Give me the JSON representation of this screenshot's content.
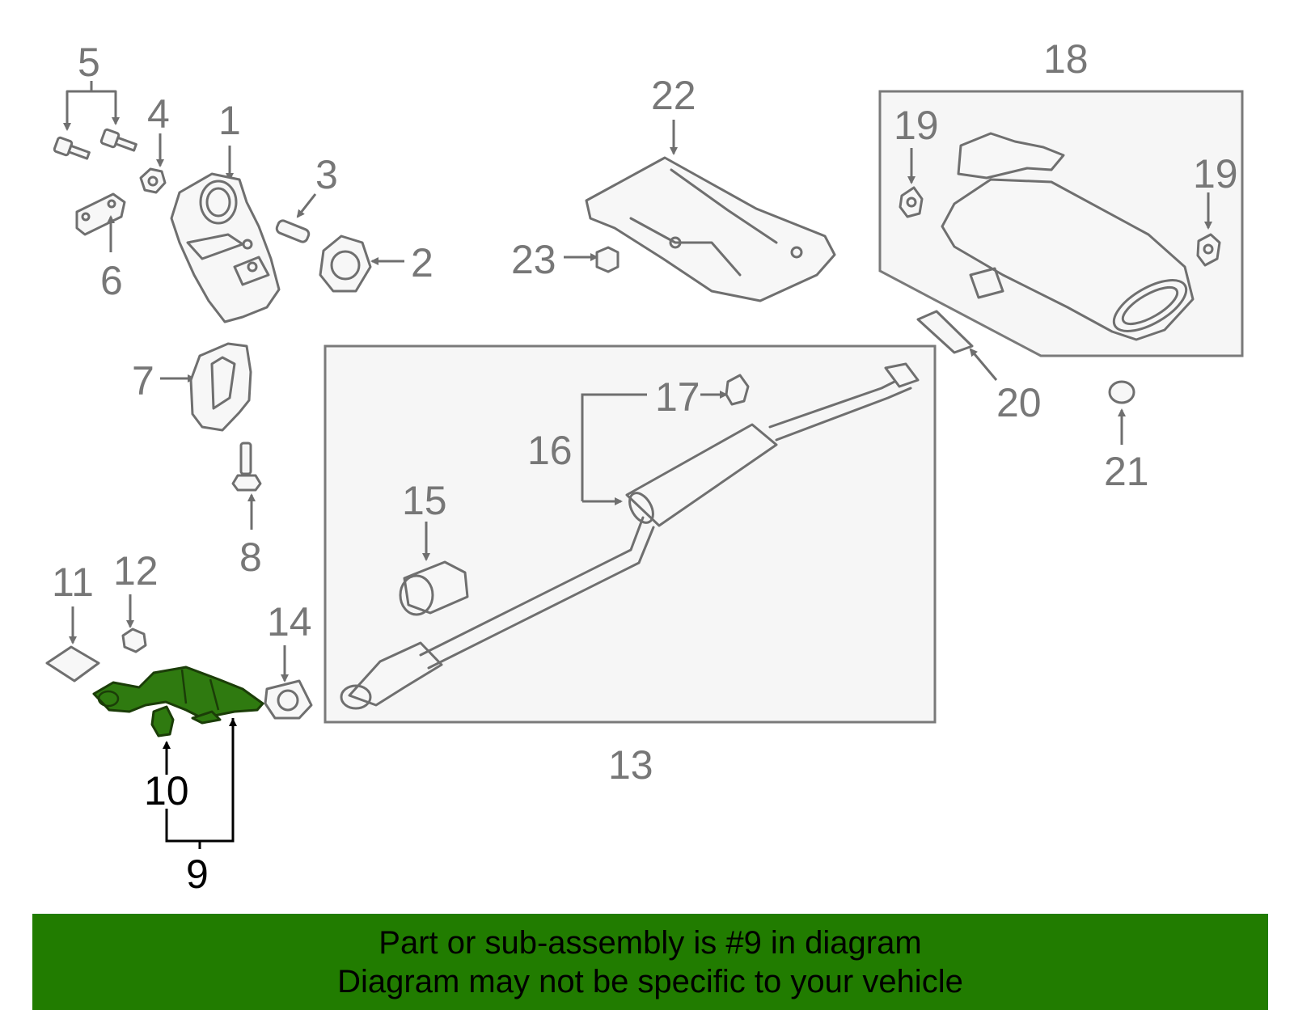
{
  "callouts": {
    "c1": "1",
    "c2": "2",
    "c3": "3",
    "c4": "4",
    "c5": "5",
    "c6": "6",
    "c7": "7",
    "c8": "8",
    "c9": "9",
    "c10": "10",
    "c11": "11",
    "c12": "12",
    "c13": "13",
    "c14": "14",
    "c15": "15",
    "c16": "16",
    "c17": "17",
    "c18": "18",
    "c19a": "19",
    "c19b": "19",
    "c20": "20",
    "c21": "21",
    "c22": "22",
    "c23": "23"
  },
  "highlighted_part": "9",
  "colors": {
    "banner": "#217c00",
    "highlight_part": "#2f7a10",
    "line_art": "#6f6f6f"
  },
  "banner": {
    "line1": "Part or sub-assembly is #9 in diagram",
    "line2": "Diagram may not be specific to your vehicle"
  }
}
